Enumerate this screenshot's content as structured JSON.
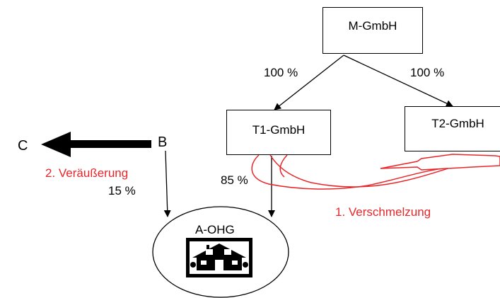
{
  "nodes": {
    "m_gmbh": "M-GmbH",
    "t1_gmbh": "T1-GmbH",
    "t2_gmbh": "T2-GmbH",
    "a_ohg": "A-OHG",
    "b": "B",
    "c": "C"
  },
  "edges": {
    "m_to_t1_share": "100 %",
    "m_to_t2_share": "100 %",
    "t1_to_a_share": "85 %",
    "b_to_a_share": "15 %"
  },
  "annotations": {
    "verschmelzung": "1. Verschmelzung",
    "veraeusserung": "2. Veräußerung"
  },
  "icons": {
    "a_ohg_icon": "house-icon"
  },
  "colors": {
    "annotation": "#e8262a",
    "lines": "#000000"
  }
}
